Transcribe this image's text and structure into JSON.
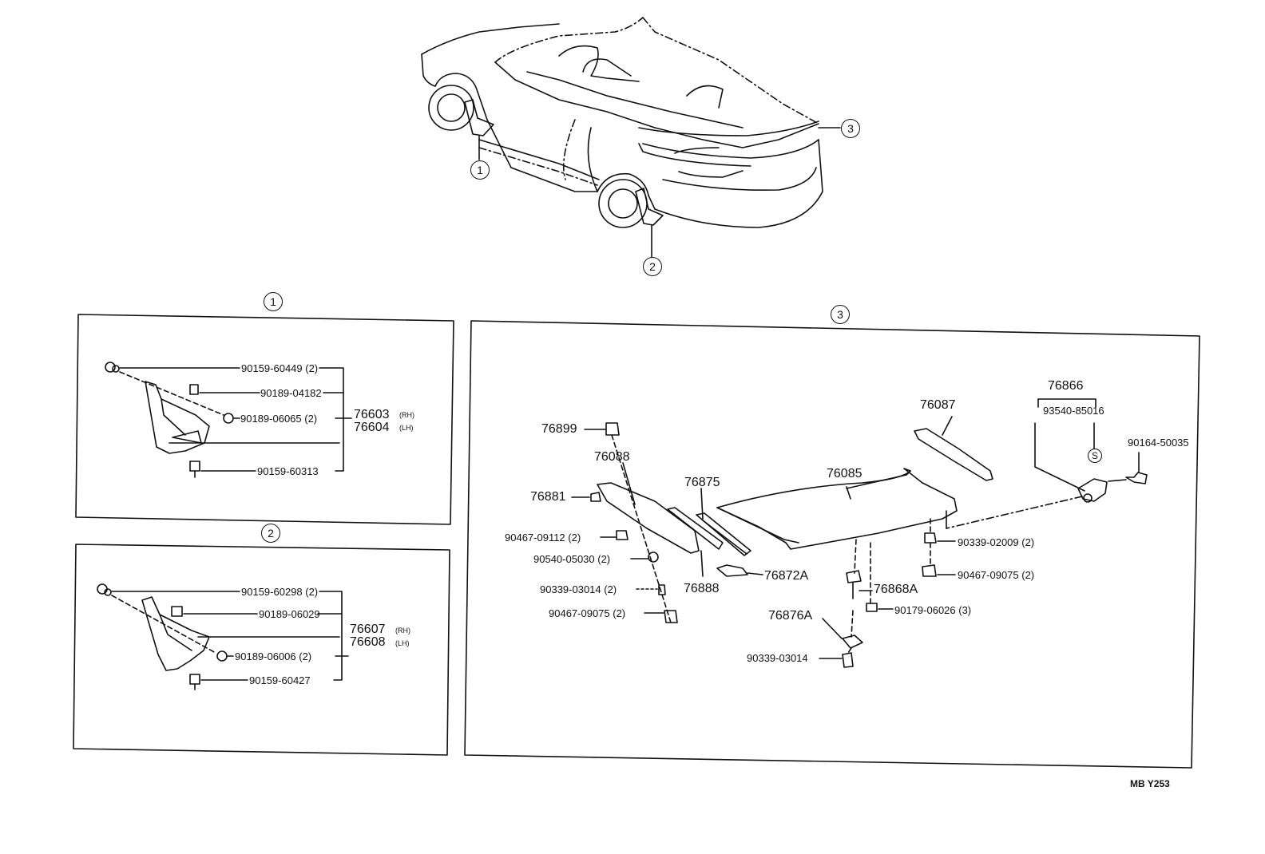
{
  "callouts": {
    "one": "1",
    "two": "2",
    "three": "3"
  },
  "panel1": {
    "p1": "90159-60449 (2)",
    "p2": "90189-04182",
    "p3": "90189-06065 (2)",
    "p4": "90159-60313",
    "assy_rh": "76603",
    "assy_rh_side": "(RH)",
    "assy_lh": "76604",
    "assy_lh_side": "(LH)"
  },
  "panel2": {
    "p1": "90159-60298 (2)",
    "p2": "90189-06029",
    "p3": "90189-06006 (2)",
    "p4": "90159-60427",
    "assy_rh": "76607",
    "assy_rh_side": "(RH)",
    "assy_lh": "76608",
    "assy_lh_side": "(LH)"
  },
  "panel3": {
    "p76899": "76899",
    "p76088": "76088",
    "p76881": "76881",
    "p90467_09112": "90467-09112 (2)",
    "p90540_05030": "90540-05030 (2)",
    "p90339_03014a": "90339-03014 (2)",
    "p90467_09075a": "90467-09075 (2)",
    "p76875": "76875",
    "p76888": "76888",
    "p76872A": "76872A",
    "p76085": "76085",
    "p76087": "76087",
    "p76866": "76866",
    "p93540_85016": "93540-85016",
    "s_mark": "S",
    "p90164_50035": "90164-50035",
    "p90339_02009": "90339-02009 (2)",
    "p90467_09075b": "90467-09075 (2)",
    "p76868A": "76868A",
    "p90179_06026": "90179-06026 (3)",
    "p76876A": "76876A",
    "p90339_03014b": "90339-03014"
  },
  "footer_code": "MB Y253"
}
